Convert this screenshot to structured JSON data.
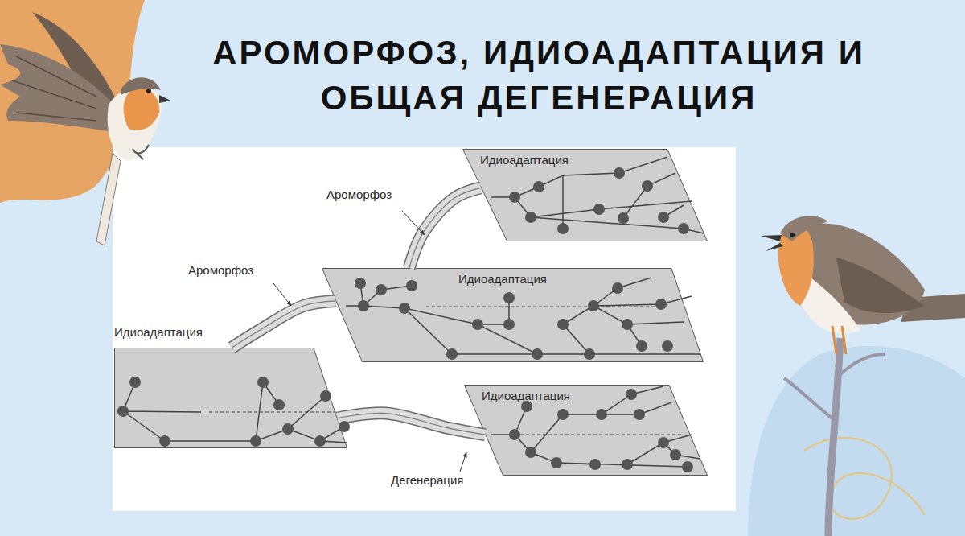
{
  "diagram": {
    "title": "АРОМОРФОЗ, ИДИОАДАПТАЦИЯ И ОБЩАЯ ДЕГЕНЕРАЦИЯ",
    "nodes": [
      {
        "text": [
          "Идиоадаптация"
        ]
      },
      {
        "text": [
          "Идиоадаптация"
        ]
      },
      {
        "text": [
          "Идиоадаптация"
        ]
      },
      {
        "text": [
          "Идиоадаптация"
        ]
      }
    ],
    "edges": [
      {
        "from": 2,
        "to": 1,
        "label": "Ароморфоз",
        "arrow": "none"
      },
      {
        "from": 1,
        "to": 0,
        "label": "Ароморфоз",
        "arrow": "none"
      },
      {
        "from": 2,
        "to": 3,
        "label": "Дегенерация",
        "arrow": "none"
      }
    ]
  }
}
